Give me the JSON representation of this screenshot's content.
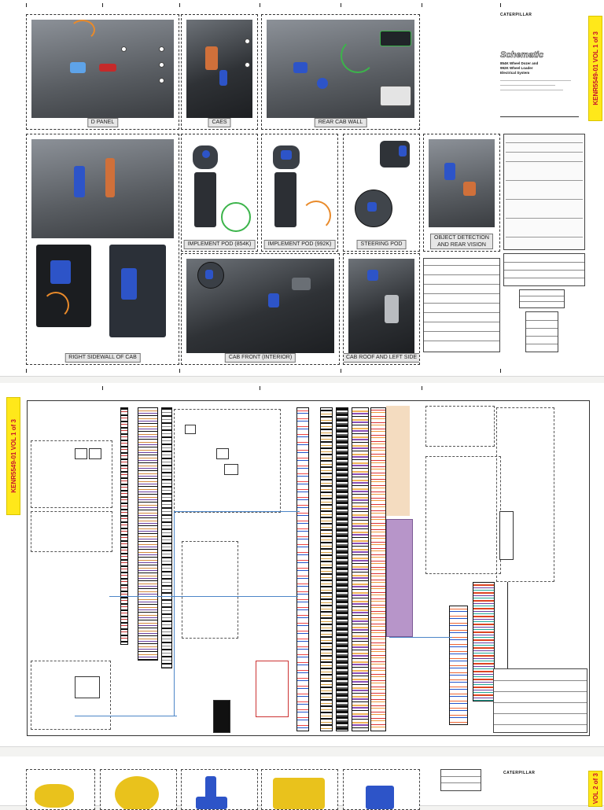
{
  "sheet1": {
    "panels": [
      {
        "key": "d_panel",
        "label": "D PANEL"
      },
      {
        "key": "caes",
        "label": "CAES"
      },
      {
        "key": "rear_cab_wall",
        "label": "REAR CAB WALL"
      },
      {
        "key": "right_sidewall",
        "label": "RIGHT SIDEWALL OF CAB"
      },
      {
        "key": "implement_pod_854k",
        "label": "IMPLEMENT POD (854K)"
      },
      {
        "key": "implement_pod_992k",
        "label": "IMPLEMENT POD (992K)"
      },
      {
        "key": "steering_pod",
        "label": "STEERING POD"
      },
      {
        "key": "object_detection",
        "label": "OBJECT DETECTION AND REAR VISION"
      },
      {
        "key": "cab_front",
        "label": "CAB FRONT (INTERIOR)"
      },
      {
        "key": "cab_roof",
        "label": "CAB ROOF AND LEFT SIDE"
      }
    ],
    "title_block": {
      "brand": "CATERPILLAR",
      "doc_title": "Schematic",
      "subtitle_line1": "854K Wheel Dozer and",
      "subtitle_line2": "992K Wheel Loader",
      "subtitle_line3": "Electrical System"
    },
    "side_tab": "KENR5549-01 VOL 1 of 3"
  },
  "sheet2": {
    "side_tab": "KENR5549-01 VOL 1 of 3"
  },
  "sheet3": {
    "brand": "CATERPILLAR",
    "side_tab": "VOL 2 of 3"
  },
  "colors": {
    "tab_yellow": "#ffe81a",
    "tab_text": "#c8102e",
    "component_blue": "#2d54c8",
    "harness_purple": "#b795c9"
  }
}
